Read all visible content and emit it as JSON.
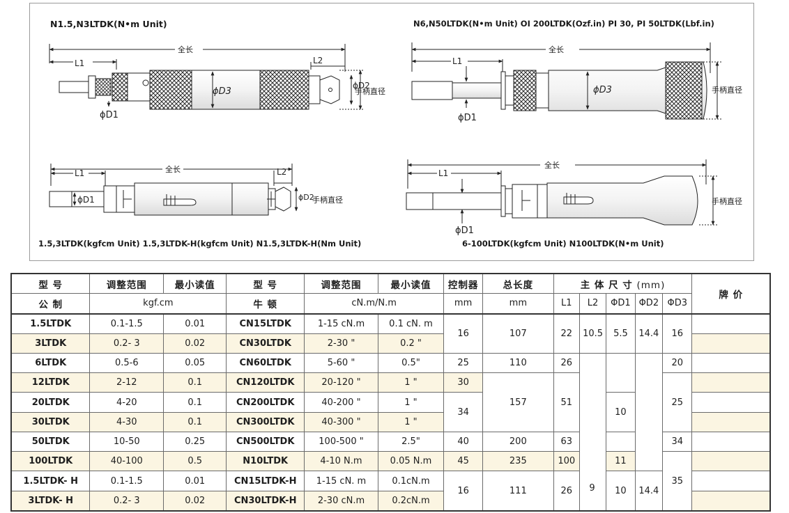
{
  "diagrams": {
    "d1": {
      "title": "N1.5,N3LTDK(N•m Unit)",
      "overall": "全长",
      "l1": "L1",
      "l2": "L2",
      "d1": "ϕD1",
      "d2": "ϕD2",
      "d3": "ϕD3",
      "grip": "手柄直径"
    },
    "d2": {
      "title": "N6,N50LTDK(N•m Unit) OI 200LTDK(Ozf.in) PI 30, PI 50LTDK(Lbf.in)",
      "overall": "全长",
      "l1": "L1",
      "d1": "ϕD1",
      "d3": "ϕD3",
      "grip": "手柄直径"
    },
    "d3": {
      "title": "1.5,3LTDK(kgfcm Unit) 1.5,3LTDK-H(kgfcm Unit) N1.5,3LTDK-H(Nm Unit)",
      "overall": "全长",
      "l1": "L1",
      "l2": "L2",
      "d1": "ϕD1",
      "d2": "ϕD2",
      "grip": "手柄直径"
    },
    "d4": {
      "title": "6-100LTDK(kgfcm Unit) N100LTDK(N•m Unit)",
      "overall": "全长",
      "l1": "L1",
      "d1": "ϕD1",
      "grip": "手柄直径"
    }
  },
  "table": {
    "header": {
      "model": "型 号",
      "range": "调整范围",
      "min_read": "最小读值",
      "model2": "型 号",
      "range2": "调整范围",
      "min_read2": "最小读值",
      "controller": "控制器",
      "length": "总长度",
      "body": "主 体 尺 寸",
      "body_unit": "(mm)",
      "price": "牌 价",
      "metric": "公 制",
      "kgf": "kgf.cm",
      "newton": "牛 顿",
      "cnm": "cN.m/N.m",
      "mm1": "mm",
      "mm2": "mm",
      "l1": "L1",
      "l2": "L2",
      "d1": "ΦD1",
      "d2": "ΦD2",
      "d3": "ΦD3"
    },
    "rows": [
      {
        "m": "1.5LTDK",
        "r": "0.1-1.5",
        "mr": "0.01",
        "m2": "CN15LTDK",
        "r2": "1-15 cN.m",
        "mr2": "0.1 cN. m"
      },
      {
        "m": "3LTDK",
        "r": "0.2- 3",
        "mr": "0.02",
        "m2": "CN30LTDK",
        "r2": "2-30 \"",
        "mr2": "0.2 \""
      },
      {
        "m": "6LTDK",
        "r": "0.5-6",
        "mr": "0.05",
        "m2": "CN60LTDK",
        "r2": "5-60 \"",
        "mr2": "0.5\""
      },
      {
        "m": "12LTDK",
        "r": "2-12",
        "mr": "0.1",
        "m2": "CN120LTDK",
        "r2": "20-120 \"",
        "mr2": "1 \""
      },
      {
        "m": "20LTDK",
        "r": "4-20",
        "mr": "0.1",
        "m2": "CN200LTDK",
        "r2": "40-200 \"",
        "mr2": "1 \""
      },
      {
        "m": "30LTDK",
        "r": "4-30",
        "mr": "0.1",
        "m2": "CN300LTDK",
        "r2": "40-300 \"",
        "mr2": "1 \""
      },
      {
        "m": "50LTDK",
        "r": "10-50",
        "mr": "0.25",
        "m2": "CN500LTDK",
        "r2": "100-500 \"",
        "mr2": "2.5\""
      },
      {
        "m": "100LTDK",
        "r": "40-100",
        "mr": "0.5",
        "m2": "N10LTDK",
        "r2": "4-10 N.m",
        "mr2": "0.05 N.m"
      },
      {
        "m": "1.5LTDK- H",
        "r": "0.1-1.5",
        "mr": "0.01",
        "m2": "CN15LTDK-H",
        "r2": "1-15 cN. m",
        "mr2": "0.1cN.m"
      },
      {
        "m": "3LTDK- H",
        "r": "0.2- 3",
        "mr": "0.02",
        "m2": "CN30LTDK-H",
        "r2": "2-30 cN.m",
        "mr2": "0.2cN.m"
      }
    ],
    "merged": {
      "ctrl_a": "16",
      "len_a": "107",
      "l1_a": "22",
      "l2_a": "10.5",
      "d1_a": "5.5",
      "d2_a": "14.4",
      "d3_a": "16",
      "ctrl_6": "25",
      "len_6": "110",
      "l1_6": "26",
      "d3_6": "20",
      "ctrl_12": "30",
      "len_b": "157",
      "l1_b": "51",
      "d1_b": "10",
      "d3_b": "25",
      "ctrl_c": "34",
      "ctrl_50": "40",
      "len_50": "200",
      "l1_50": "63",
      "d3_50": "34",
      "ctrl_100": "45",
      "len_100": "235",
      "l1_100": "100",
      "d1_100": "11",
      "ctrl_h": "16",
      "len_h": "111",
      "l1_h": "26",
      "l2_h": "9",
      "d1_h": "10",
      "d2_h": "14.4",
      "d3_h": "35"
    }
  }
}
